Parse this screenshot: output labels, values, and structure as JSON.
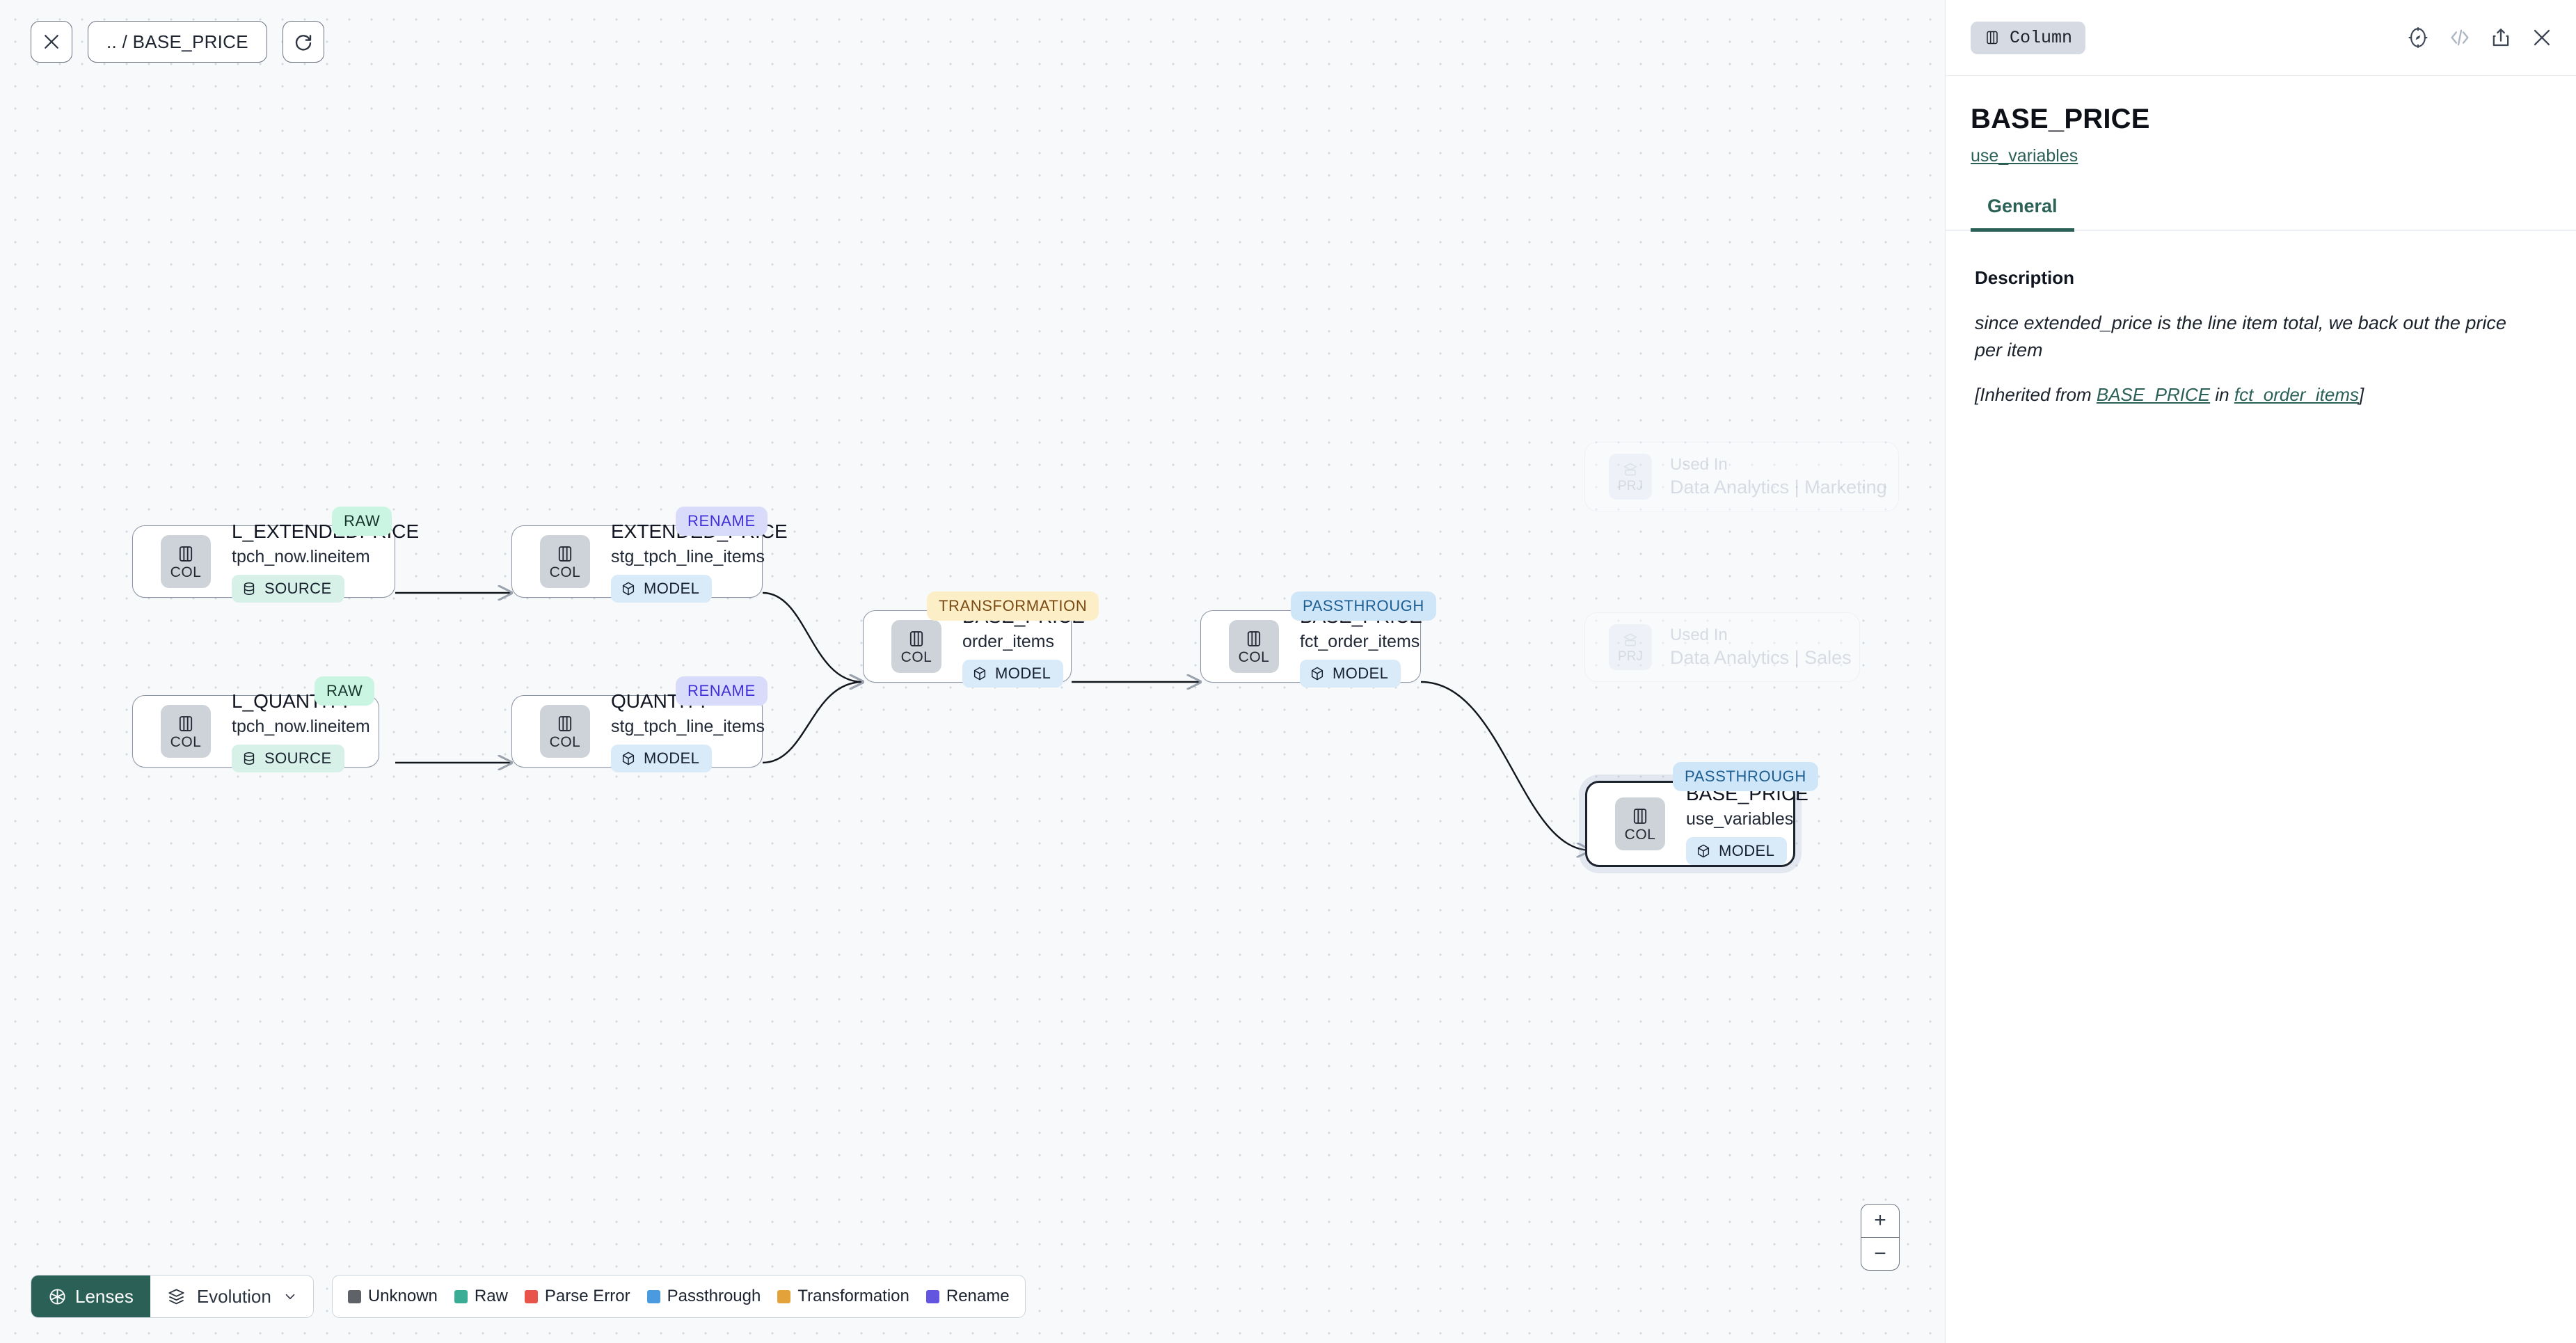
{
  "toolbar": {
    "close_label": "close-icon",
    "breadcrumb": ".. / BASE_PRICE",
    "refresh_label": "refresh-icon"
  },
  "canvas": {
    "nodes": [
      {
        "id": "l_extendedprice",
        "badge": "RAW",
        "badge_kind": "raw",
        "kind": "COL",
        "title": "L_EXTENDEDPRICE",
        "subtitle": "tpch_now.lineitem",
        "tag": "SOURCE",
        "tag_kind": "source",
        "selected": false
      },
      {
        "id": "l_quantity",
        "badge": "RAW",
        "badge_kind": "raw",
        "kind": "COL",
        "title": "L_QUANTITY",
        "subtitle": "tpch_now.lineitem",
        "tag": "SOURCE",
        "tag_kind": "source",
        "selected": false
      },
      {
        "id": "extended_price",
        "badge": "RENAME",
        "badge_kind": "ren",
        "kind": "COL",
        "title": "EXTENDED_PRICE",
        "subtitle": "stg_tpch_line_items",
        "tag": "MODEL",
        "tag_kind": "model",
        "selected": false
      },
      {
        "id": "quantity",
        "badge": "RENAME",
        "badge_kind": "ren",
        "kind": "COL",
        "title": "QUANTITY",
        "subtitle": "stg_tpch_line_items",
        "tag": "MODEL",
        "tag_kind": "model",
        "selected": false
      },
      {
        "id": "base_price_order_items",
        "badge": "TRANSFORMATION",
        "badge_kind": "trn",
        "kind": "COL",
        "title": "BASE_PRICE",
        "subtitle": "order_items",
        "tag": "MODEL",
        "tag_kind": "model",
        "selected": false
      },
      {
        "id": "base_price_fct_order_items",
        "badge": "PASSTHROUGH",
        "badge_kind": "pth",
        "kind": "COL",
        "title": "BASE_PRICE",
        "subtitle": "fct_order_items",
        "tag": "MODEL",
        "tag_kind": "model",
        "selected": false
      },
      {
        "id": "base_price_use_variables",
        "badge": "PASSTHROUGH",
        "badge_kind": "pth",
        "kind": "COL",
        "title": "BASE_PRICE",
        "subtitle": "use_variables",
        "tag": "MODEL",
        "tag_kind": "model",
        "selected": true
      }
    ],
    "ghost_cards": [
      {
        "id": "used-in-marketing",
        "kind": "PRJ",
        "line1": "Used In",
        "line2": "Data Analytics | Marketing"
      },
      {
        "id": "used-in-sales",
        "kind": "PRJ",
        "line1": "Used In",
        "line2": "Data Analytics | Sales"
      }
    ],
    "zoom": {
      "in": "+",
      "out": "−"
    }
  },
  "bottom_bar": {
    "lenses_label": "Lenses",
    "evolution_label": "Evolution",
    "legend": [
      {
        "label": "Unknown",
        "color": "#5f6368"
      },
      {
        "label": "Raw",
        "color": "#3aab95"
      },
      {
        "label": "Parse Error",
        "color": "#e8544a"
      },
      {
        "label": "Passthrough",
        "color": "#4a9ae0"
      },
      {
        "label": "Transformation",
        "color": "#e3a33a"
      },
      {
        "label": "Rename",
        "color": "#6355e0"
      }
    ]
  },
  "panel": {
    "chip_label": "Column",
    "title": "BASE_PRICE",
    "model_link": "use_variables",
    "tabs": [
      {
        "label": "General",
        "active": true
      }
    ],
    "description_heading": "Description",
    "description_text": "since extended_price is the line item total, we back out the price per item",
    "inherited_prefix": "[Inherited from ",
    "inherited_column": "BASE_PRICE",
    "inherited_mid": " in ",
    "inherited_model": "fct_order_items",
    "inherited_suffix": "]"
  },
  "colors": {
    "accent_teal": "#2b6056",
    "canvas_bg": "#f7f9fb"
  }
}
